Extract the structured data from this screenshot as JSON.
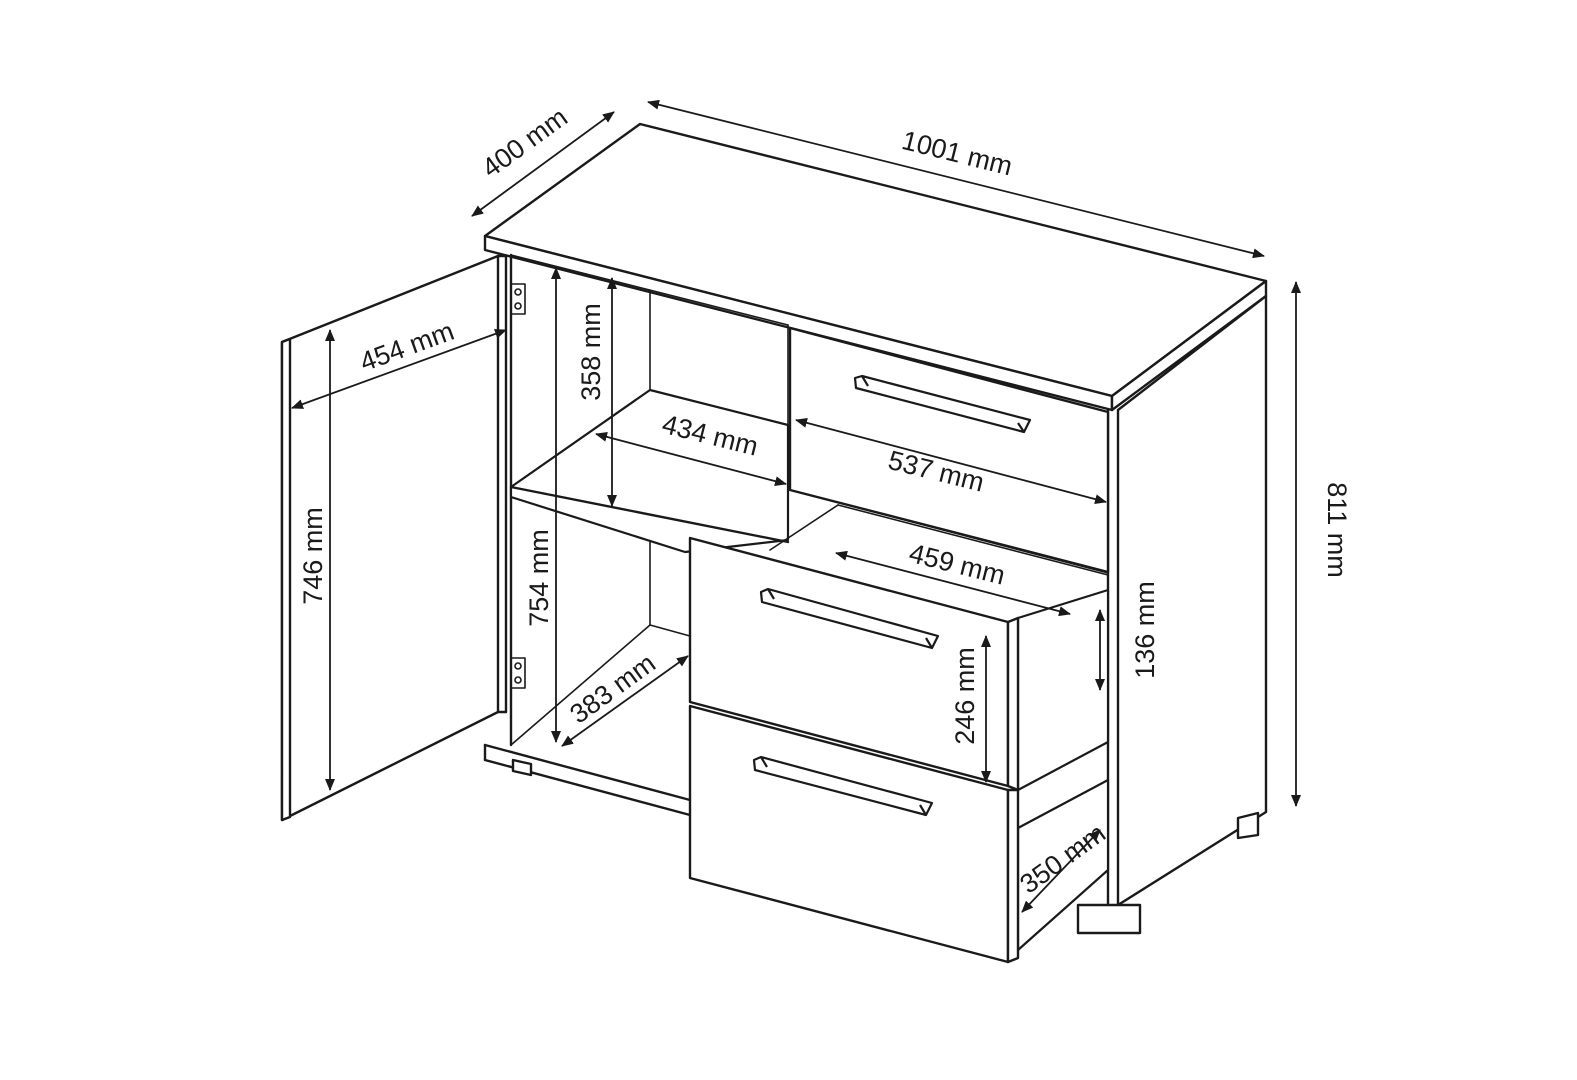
{
  "dimensions": {
    "width": "1001 mm",
    "depth": "400 mm",
    "height": "811 mm",
    "door_width": "454 mm",
    "door_height": "746 mm",
    "upper_compartment_height": "358 mm",
    "shelf_depth": "434 mm",
    "inner_height": "754 mm",
    "inner_depth": "383 mm",
    "top_drawer_width": "537 mm",
    "drawer_inner_width": "459 mm",
    "drawer_side_height": "136 mm",
    "drawer_front_height": "246 mm",
    "drawer_depth": "350 mm"
  },
  "colors": {
    "line": "#1a1a1a",
    "background": "#ffffff"
  }
}
